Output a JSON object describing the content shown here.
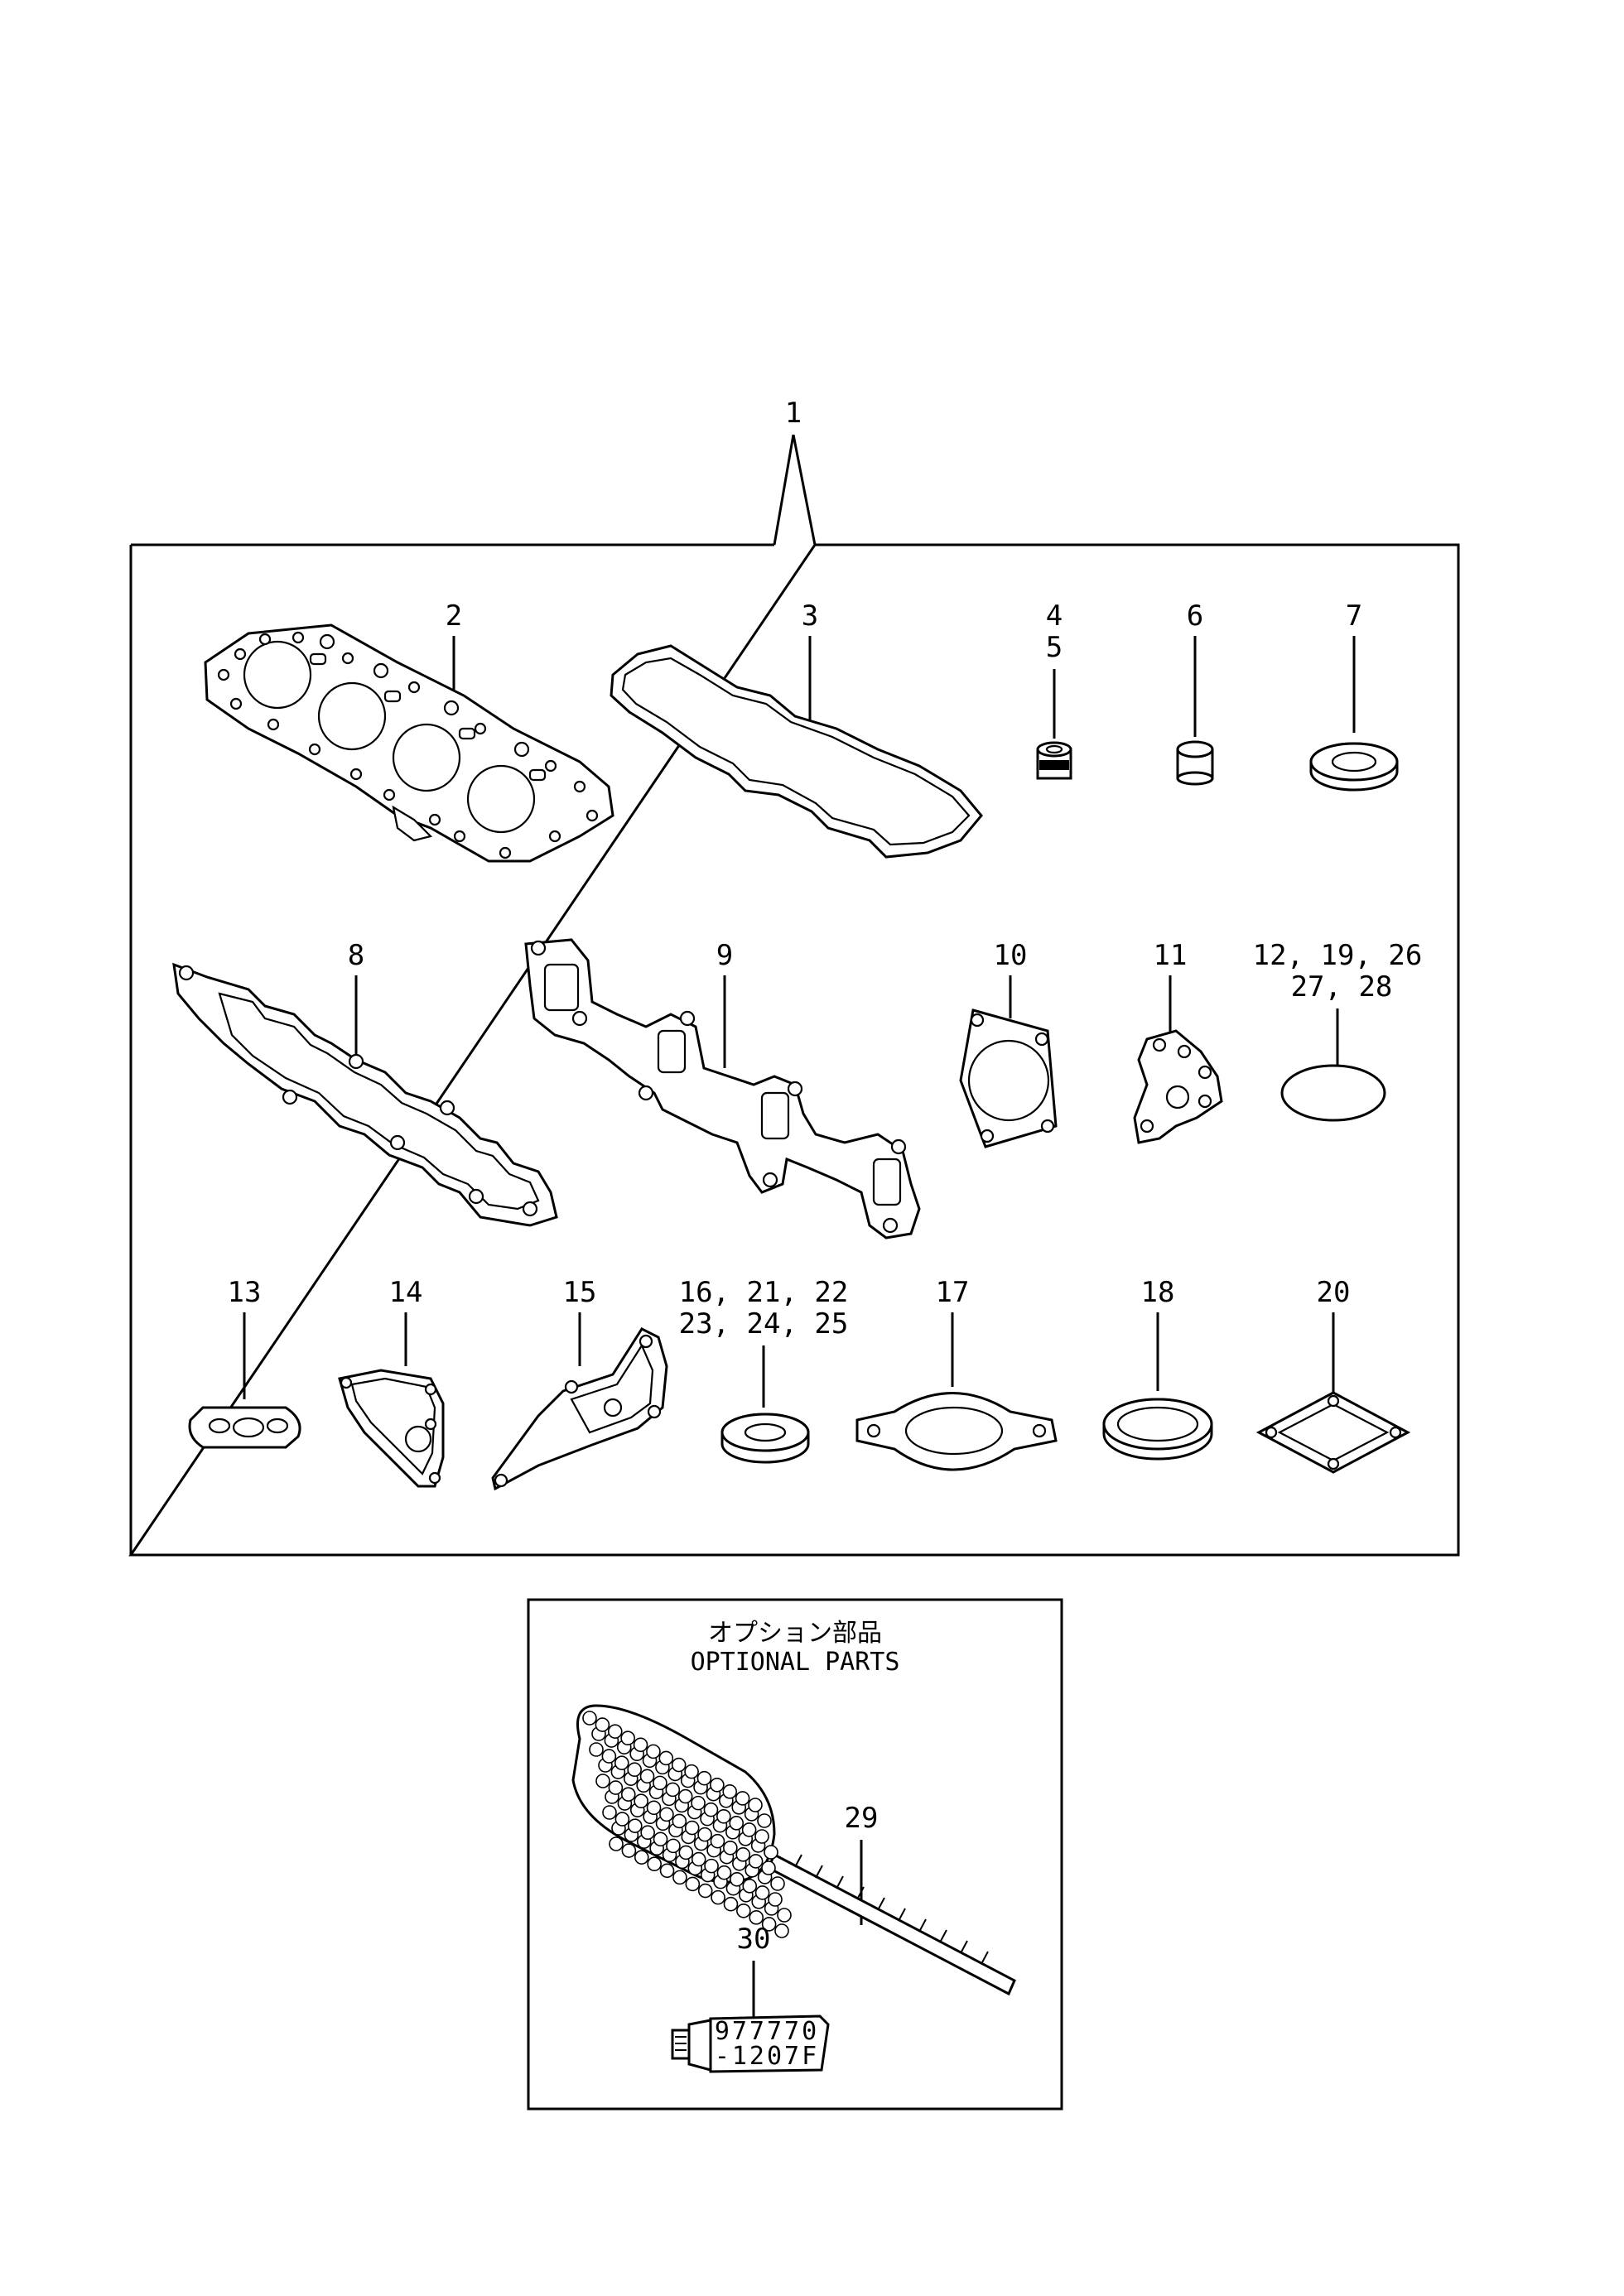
{
  "callouts": {
    "c1": "1",
    "c2": "2",
    "c3": "3",
    "c4": "4",
    "c5": "5",
    "c6": "6",
    "c7": "7",
    "c8": "8",
    "c9": "9",
    "c10": "10",
    "c11": "11",
    "c12a": "12, 19, 26",
    "c12b": "27, 28",
    "c13": "13",
    "c14": "14",
    "c15": "15",
    "c16a": "16, 21, 22",
    "c16b": "23, 24, 25",
    "c17": "17",
    "c18": "18",
    "c20": "20",
    "c29": "29",
    "c30": "30"
  },
  "optional_box": {
    "title_jp": "オプション部品",
    "title_en": "OPTIONAL PARTS"
  },
  "tube_label": {
    "line1": "977770",
    "line2": "-1207F"
  }
}
